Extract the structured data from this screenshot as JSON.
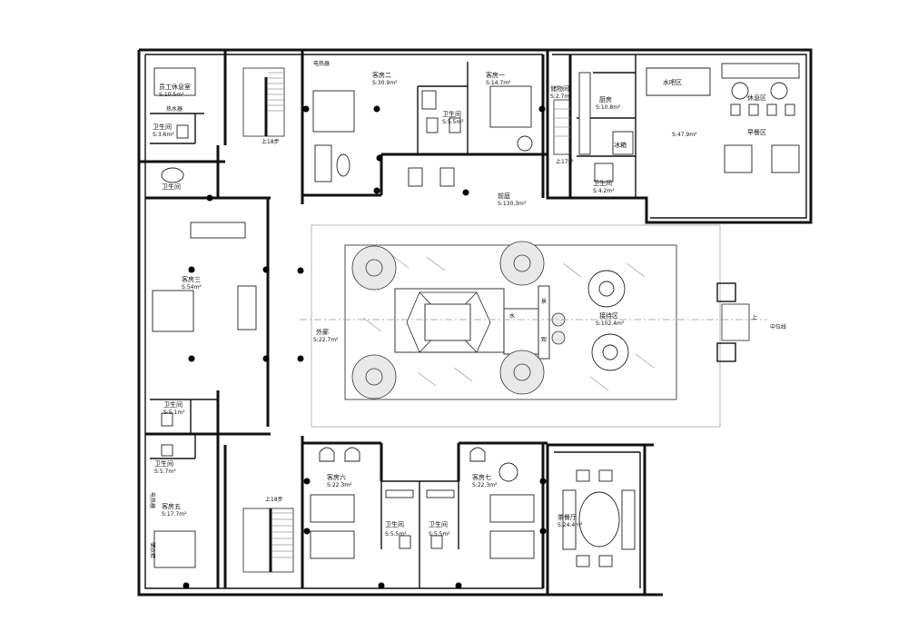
{
  "rooms": {
    "guest2": {
      "name": "客房二",
      "area": "S:30.9m²"
    },
    "guest1": {
      "name": "客房一",
      "area": "S:14.7m²"
    },
    "bath_a": {
      "name": "卫生间",
      "area": "S:5.5m²"
    },
    "laundry": {
      "name": "储物间",
      "area": "S:2.7m²"
    },
    "kitchen": {
      "name": "厨房",
      "area": "S:10.8m²"
    },
    "fridge": {
      "name": "冰箱"
    },
    "bath_k": {
      "name": "卫生间",
      "area": "S:4.2m²"
    },
    "bar": {
      "name": "水吧区"
    },
    "lounge": {
      "name": "休息区"
    },
    "dining": {
      "name": "早餐区",
      "area": "S:47.9m²"
    },
    "staff": {
      "name": "员工休息室",
      "area": "S:10.5m²"
    },
    "bath_s": {
      "name": "卫生间",
      "area": "S:3.6m²"
    },
    "bath_s2": {
      "name": "卫生间"
    },
    "guest3": {
      "name": "客房三",
      "area": "S:54m²"
    },
    "bath_3": {
      "name": "卫生间",
      "area": "S:5.1m²"
    },
    "bath_5": {
      "name": "卫生间",
      "area": "S:5.7m²"
    },
    "guest5": {
      "name": "客房五",
      "area": "S:17.7m²"
    },
    "guest6": {
      "name": "客房六",
      "area": "S:22.3m²"
    },
    "guest7": {
      "name": "客房七",
      "area": "S:22.3m²"
    },
    "bath_6": {
      "name": "卫生间",
      "area": "S:5.5m²"
    },
    "bath_7": {
      "name": "卫生间",
      "area": "S:5.5m²"
    },
    "tea": {
      "name": "茶餐厅",
      "area": "S:24.4m²"
    },
    "atrium": {
      "name": "前庭",
      "area": "S:130.3m²"
    },
    "corridor": {
      "name": "外廊",
      "area": "S:22.7m²"
    },
    "reception": {
      "name": "接待区",
      "area": "S:102.4m²"
    }
  },
  "notes": {
    "equip": "电热器",
    "heater": "热水器",
    "stairs_up": "上18步",
    "stairs_up_k": "上17步",
    "stairs_up_b": "上18步",
    "axis": "中位线",
    "equip_b": "电热器",
    "cabinet": "储衣柜",
    "up": "上",
    "water": "水",
    "xian": "景",
    "kong": "观"
  }
}
